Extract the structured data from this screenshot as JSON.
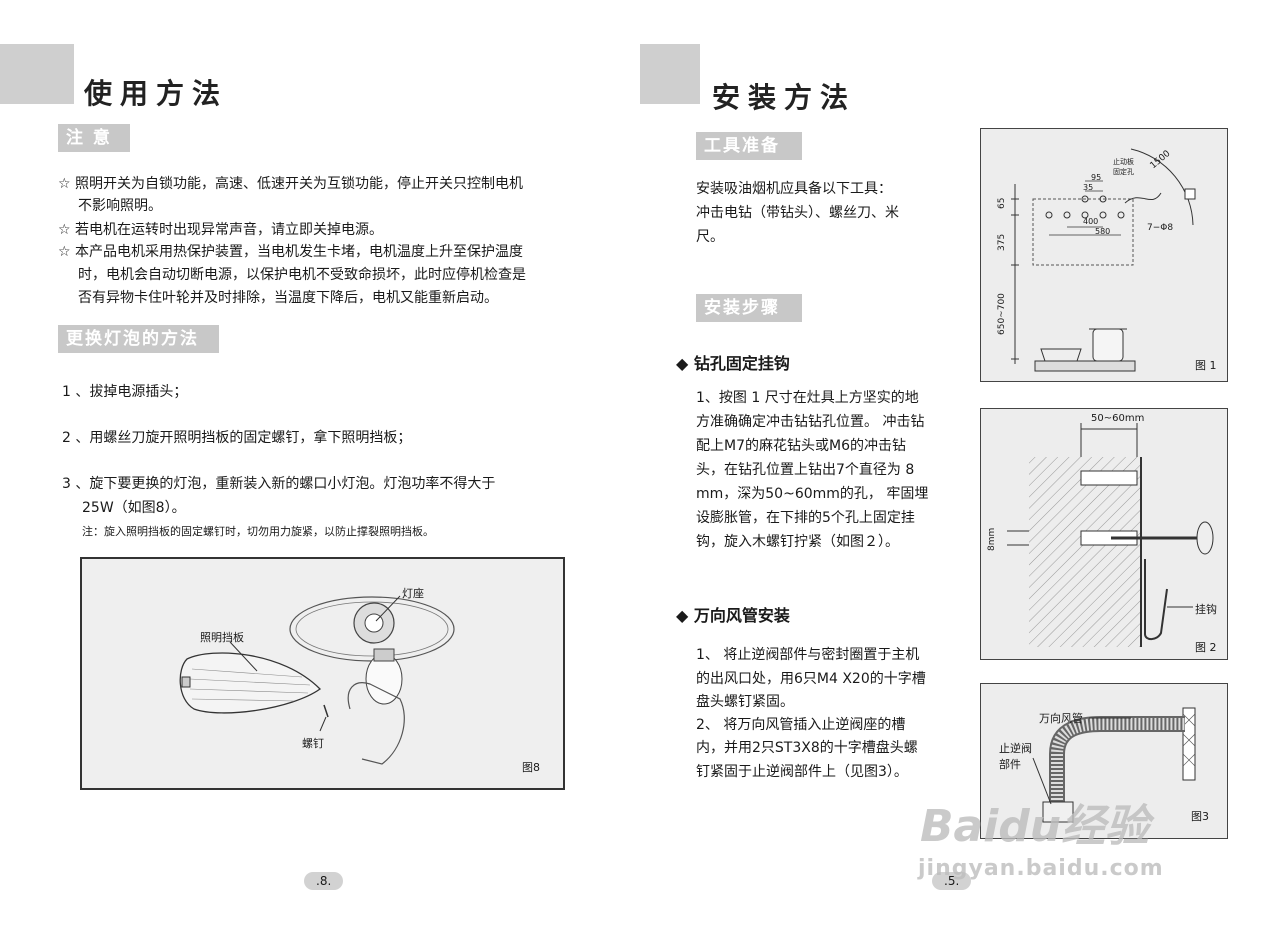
{
  "left": {
    "title": "使用方法",
    "notice_tab": "注 意",
    "notice_items": [
      "☆ 照明开关为自锁功能，高速、低速开关为互锁功能，停止开关只控制电机",
      "不影响照明。",
      "☆ 若电机在运转时出现异常声音，请立即关掉电源。",
      "☆ 本产品电机采用热保护装置，当电机发生卡堵，电机温度上升至保护温度",
      "时，电机会自动切断电源，以保护电机不受致命损坏，此时应停机检查是",
      "否有异物卡住叶轮并及时排除，当温度下降后，电机又能重新启动。"
    ],
    "bulb_tab": "更换灯泡的方法",
    "bulb_steps": [
      "1 、拔掉电源插头；",
      "2 、用螺丝刀旋开照明挡板的固定螺钉，拿下照明挡板；",
      "3 、旋下要更换的灯泡，重新装入新的螺口小灯泡。灯泡功率不得大于",
      "25W（如图8）。"
    ],
    "bulb_note": "注：旋入照明挡板的固定螺钉时，切勿用力旋紧，以防止撑裂照明挡板。",
    "fig8": {
      "label_lampholder": "灯座",
      "label_shade": "照明挡板",
      "label_screw": "螺钉",
      "caption": "图8"
    },
    "page_number": ".8."
  },
  "right": {
    "title": "安装方法",
    "tools_tab": "工具准备",
    "tools_text": [
      "安装吸油烟机应具备以下工具：",
      "冲击电钻（带钻头）、螺丝刀、米",
      "尺。"
    ],
    "steps_tab": "安装步骤",
    "drill_heading": "◆ 钻孔固定挂钩",
    "drill_text": [
      "1、按图 1 尺寸在灶具上方坚实的地",
      "方准确确定冲击钻钻孔位置。 冲击钻",
      "配上M7的麻花钻头或M6的冲击钻",
      "头，在钻孔位置上钻出7个直径为 8",
      "mm，深为50~60mm的孔， 牢固埋",
      "设膨胀管，在下排的5个孔上固定挂",
      "钩，旋入木螺钉拧紧（如图２）。"
    ],
    "duct_heading": "◆ 万向风管安装",
    "duct_text": [
      "1、 将止逆阀部件与密封圈置于主机",
      "的出风口处，用6只M4 X20的十字槽",
      "盘头螺钉紧固。",
      "2、 将万向风管插入止逆阀座的槽",
      "内，并用2只ST3X8的十字槽盘头螺",
      "钉紧固于止逆阀部件上（见图3）。"
    ],
    "fig1": {
      "label_stopboard": "止动板",
      "label_fixhole": "固定孔",
      "dim_1500": "1500",
      "dim_95": "95",
      "dim_35": "35",
      "dim_400": "400",
      "dim_580": "580",
      "dim_holes": "7−Φ8",
      "dim_65": "65",
      "dim_375": "375",
      "dim_650_700": "650~700",
      "caption": "图 1"
    },
    "fig2": {
      "dim_depth": "50~60mm",
      "dim_8mm": "8mm",
      "label_hook": "挂钩",
      "caption": "图 2"
    },
    "fig3": {
      "label_duct": "万向风管",
      "label_valve_1": "止逆阀",
      "label_valve_2": "部件",
      "caption": "图3"
    },
    "page_number": ".5."
  },
  "watermark": {
    "brand": "Baidu经验",
    "url": "jingyan.baidu.com"
  }
}
